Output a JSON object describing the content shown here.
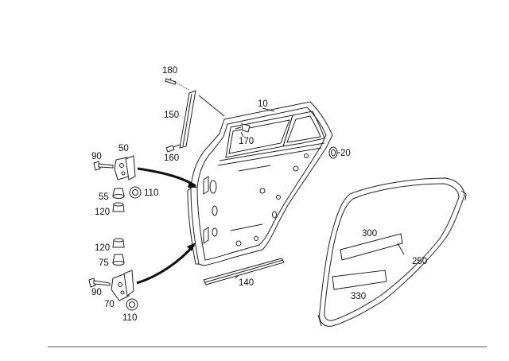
{
  "labels": {
    "l10": "10",
    "l20": "20",
    "l50": "50",
    "l55": "55",
    "l70": "70",
    "l75": "75",
    "l90a": "90",
    "l90b": "90",
    "l110a": "110",
    "l110b": "110",
    "l120a": "120",
    "l120b": "120",
    "l140": "140",
    "l150": "150",
    "l160": "160",
    "l170": "170",
    "l180": "180",
    "l250": "250",
    "l300": "300",
    "l330": "330"
  }
}
